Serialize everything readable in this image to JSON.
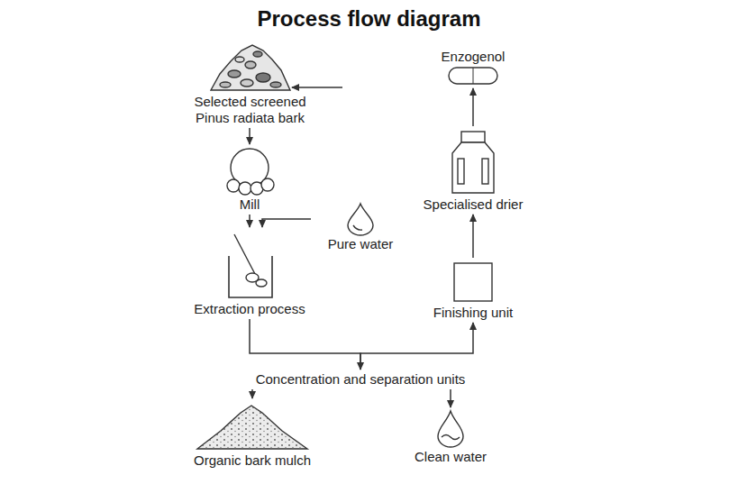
{
  "diagram": {
    "title": "Process flow diagram",
    "nodes": [
      {
        "text": [
          "Selected screened Pinus radiata bark"
        ]
      },
      {
        "text": [
          "Mill"
        ]
      },
      {
        "text": [
          "Pure water"
        ]
      },
      {
        "text": [
          "Extraction process"
        ]
      },
      {
        "text": [
          "Concentration and separation units"
        ]
      },
      {
        "text": [
          "Organic bark mulch"
        ]
      },
      {
        "text": [
          "Clean water"
        ]
      },
      {
        "text": [
          "Finishing unit"
        ]
      },
      {
        "text": [
          "Specialised drier"
        ]
      },
      {
        "text": [
          "Enzogenol"
        ]
      }
    ],
    "edges": [
      {
        "from": 0,
        "to": 1,
        "arrow": "to"
      },
      {
        "from": 1,
        "to": 3,
        "arrow": "to"
      },
      {
        "from": 2,
        "to": 3,
        "arrow": "to"
      },
      {
        "from": 3,
        "to": 4,
        "arrow": "to"
      },
      {
        "from": 4,
        "to": 5,
        "arrow": "to"
      },
      {
        "from": 4,
        "to": 6,
        "arrow": "to"
      },
      {
        "from": 4,
        "to": 7,
        "arrow": "to"
      },
      {
        "from": 7,
        "to": 8,
        "arrow": "to"
      },
      {
        "from": 8,
        "to": 9,
        "arrow": "to"
      }
    ]
  }
}
